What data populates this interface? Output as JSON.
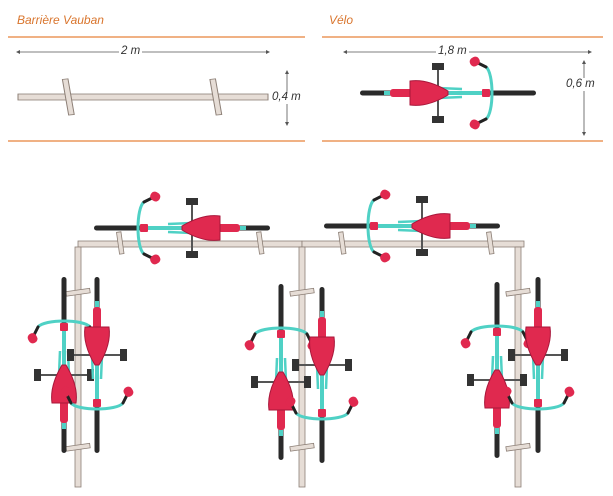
{
  "sections": [
    {
      "id": "barrier",
      "title": "Barrière Vauban",
      "width_label": "2 m",
      "height_label": "0,4 m"
    },
    {
      "id": "bike",
      "title": "Vélo",
      "width_label": "1,8 m",
      "height_label": "0,6 m"
    }
  ],
  "colors": {
    "accent": "#e8823a",
    "barrier_fill": "#e6ddd6",
    "barrier_stroke": "#8c7f76",
    "bike_frame": "#4fd1c5",
    "bike_red": "#e0294f",
    "tire": "#2a2a2a",
    "pedal": "#333333",
    "dimension": "#555555"
  },
  "icons": {
    "bike": "bicycle-top-view-icon",
    "barrier": "vauban-barrier-top-view-icon"
  }
}
